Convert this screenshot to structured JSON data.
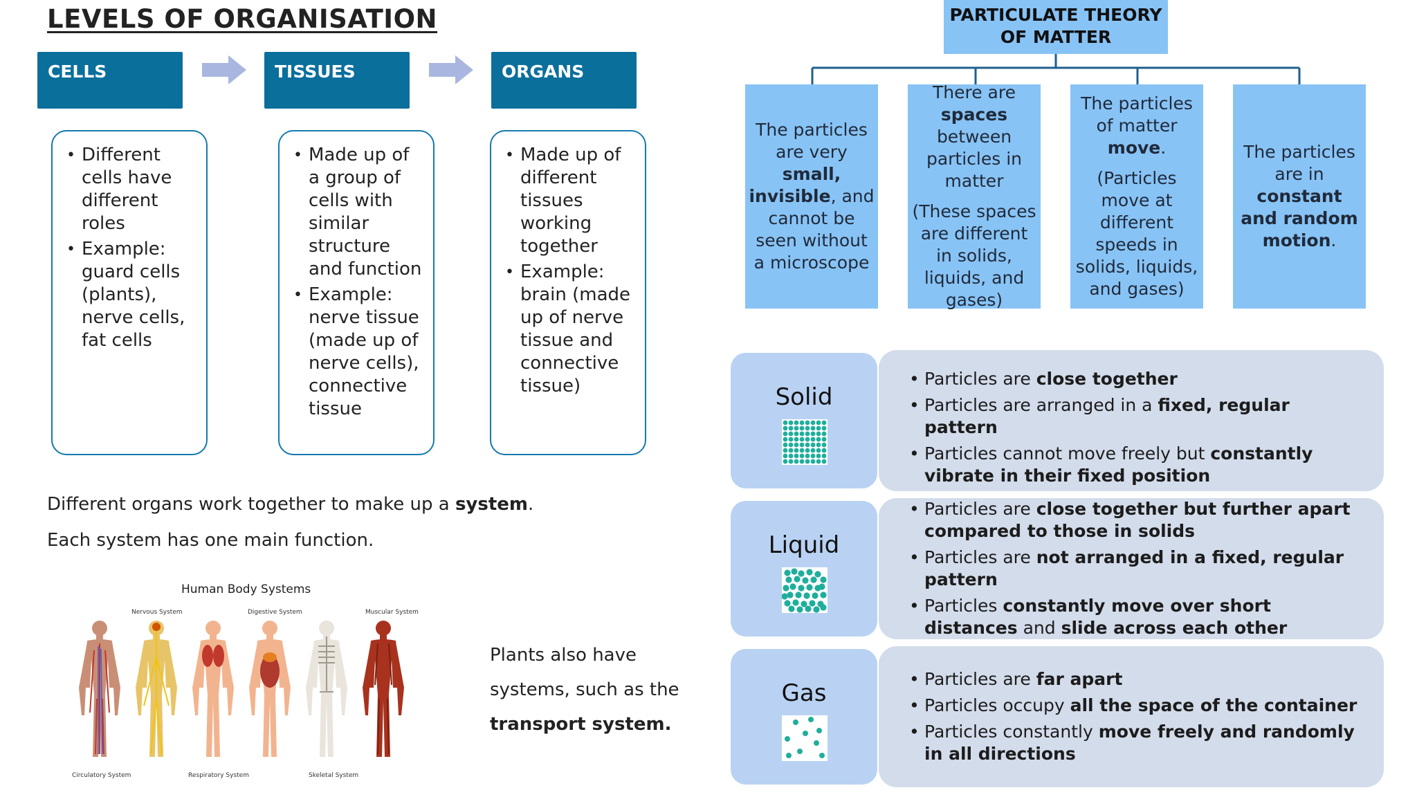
{
  "left": {
    "title": "LEVELS OF ORGANISATION",
    "levels": [
      {
        "name": "CELLS",
        "points": [
          "Different cells have different roles",
          "Example: guard cells (plants), nerve cells, fat cells"
        ]
      },
      {
        "name": "TISSUES",
        "points": [
          "Made up of a group of cells with similar structure and function",
          "Example: nerve tissue (made up of nerve cells), connective tissue"
        ]
      },
      {
        "name": "ORGANS",
        "points": [
          "Made up of different tissues working together",
          "Example: brain (made up of nerve tissue and connective tissue)"
        ]
      }
    ],
    "system_line_pre": "Different organs work together to make up a ",
    "system_line_bold": "system",
    "system_line_post": ".",
    "function_line": "Each system has one main function.",
    "figure": {
      "title": "Human Body Systems",
      "top_labels": [
        "Nervous System",
        "Digestive System",
        "Muscular System"
      ],
      "bottom_labels": [
        "Circulatory System",
        "Respiratory System",
        "Skeletal System"
      ]
    },
    "plants_line1": "Plants also have",
    "plants_line2": "systems, such as the",
    "plants_line3": "transport system."
  },
  "right": {
    "title_line1": "PARTICULATE THEORY",
    "title_line2": "OF MATTER",
    "columns": [
      {
        "pre": "The particles are very ",
        "b1": "small, invisible",
        "mid": ", and cannot be seen without a microscope",
        "b2": "",
        "post": ""
      },
      {
        "pre": "There are ",
        "b1": "spaces",
        "mid": " between particles in matter",
        "b2": "",
        "post": "(These spaces are different in solids, liquids, and gases)"
      },
      {
        "pre": "The particles of matter ",
        "b1": "move",
        "mid": ".",
        "b2": "",
        "post": "(Particles move at different speeds in solids, liquids, and gases)"
      },
      {
        "pre": "The particles are in ",
        "b1": "constant and random motion",
        "mid": ".",
        "b2": "",
        "post": ""
      }
    ],
    "states": [
      {
        "name": "Solid",
        "points": [
          {
            "t1": "Particles are ",
            "b1": "close together",
            "t2": "",
            "b2": "",
            "t3": ""
          },
          {
            "t1": "Particles are arranged in a ",
            "b1": "fixed, regular pattern",
            "t2": "",
            "b2": "",
            "t3": ""
          },
          {
            "t1": "Particles cannot move freely but ",
            "b1": "constantly vibrate in their fixed position",
            "t2": "",
            "b2": "",
            "t3": ""
          }
        ]
      },
      {
        "name": "Liquid",
        "points": [
          {
            "t1": "Particles are ",
            "b1": "close together but further apart compared to those in solids",
            "t2": "",
            "b2": "",
            "t3": ""
          },
          {
            "t1": "Particles are ",
            "b1": "not arranged in a fixed, regular pattern",
            "t2": "",
            "b2": "",
            "t3": ""
          },
          {
            "t1": "Particles ",
            "b1": "constantly move over short distances",
            "t2": " and ",
            "b2": "slide across each other",
            "t3": ""
          }
        ]
      },
      {
        "name": "Gas",
        "points": [
          {
            "t1": "Particles are ",
            "b1": "far apart",
            "t2": "",
            "b2": "",
            "t3": ""
          },
          {
            "t1": "Particles occupy ",
            "b1": "all the space of the container",
            "t2": "",
            "b2": "",
            "t3": ""
          },
          {
            "t1": "Particles constantly ",
            "b1": "move freely and randomly in all directions",
            "t2": "",
            "b2": "",
            "t3": ""
          }
        ]
      }
    ]
  },
  "colors": {
    "level_header": "#0b6f9c",
    "level_border": "#1479ad",
    "arrow": "#a9b6e0",
    "theory_box": "#88c3f5",
    "state_label_bg": "#b9d2f3",
    "state_box_bg": "#d3dceb",
    "particle": "#1fae9c"
  }
}
